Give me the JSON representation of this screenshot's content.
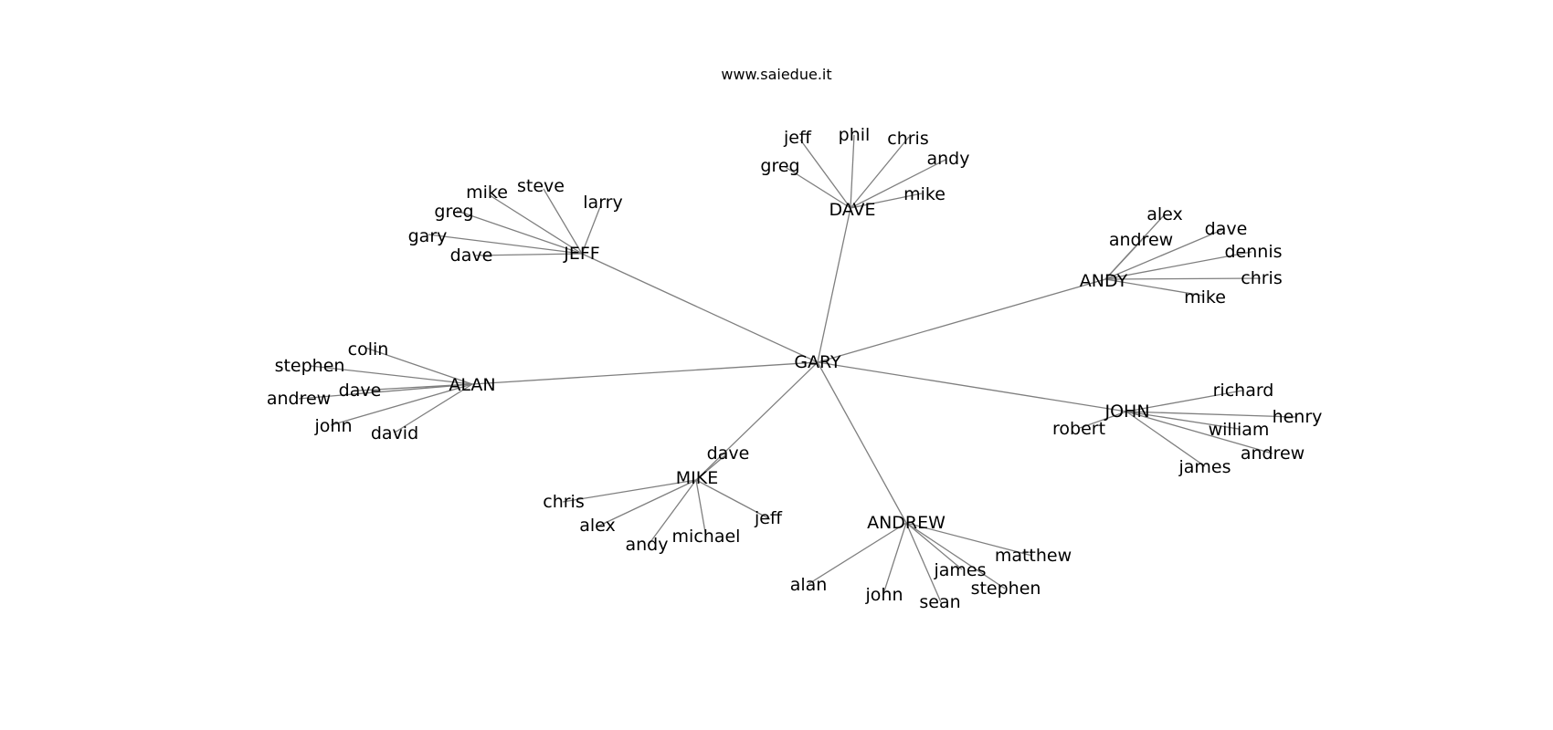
{
  "title": "www.saiedue.it",
  "colors": {
    "edge": "#7f7f7f",
    "text": "#000000",
    "background": "#ffffff"
  },
  "nodes": {
    "gary": "GARY",
    "jeff": "JEFF",
    "jeff_mike": "mike",
    "jeff_steve": "steve",
    "jeff_larry": "larry",
    "jeff_greg": "greg",
    "jeff_gary": "gary",
    "jeff_dave": "dave",
    "dave": "DAVE",
    "dave_jeff": "jeff",
    "dave_phil": "phil",
    "dave_chris": "chris",
    "dave_andy": "andy",
    "dave_greg": "greg",
    "dave_mike": "mike",
    "andy": "ANDY",
    "andy_alex": "alex",
    "andy_dave": "dave",
    "andy_andrew": "andrew",
    "andy_dennis": "dennis",
    "andy_chris": "chris",
    "andy_mike": "mike",
    "alan": "ALAN",
    "alan_colin": "colin",
    "alan_stephen": "stephen",
    "alan_dave": "dave",
    "alan_andrew": "andrew",
    "alan_john": "john",
    "alan_david": "david",
    "john": "JOHN",
    "john_richard": "richard",
    "john_henry": "henry",
    "john_robert": "robert",
    "john_william": "william",
    "john_andrew": "andrew",
    "john_james": "james",
    "mike": "MIKE",
    "mike_dave": "dave",
    "mike_chris": "chris",
    "mike_alex": "alex",
    "mike_andy": "andy",
    "mike_michael": "michael",
    "mike_jeff": "jeff",
    "andrew": "ANDREW",
    "andrew_matthew": "matthew",
    "andrew_james": "james",
    "andrew_stephen": "stephen",
    "andrew_alan": "alan",
    "andrew_john": "john",
    "andrew_sean": "sean"
  },
  "edges": [
    [
      "gary",
      "jeff"
    ],
    [
      "gary",
      "dave"
    ],
    [
      "gary",
      "andy"
    ],
    [
      "gary",
      "alan"
    ],
    [
      "gary",
      "john"
    ],
    [
      "gary",
      "mike"
    ],
    [
      "gary",
      "andrew"
    ],
    [
      "jeff",
      "jeff_mike"
    ],
    [
      "jeff",
      "jeff_steve"
    ],
    [
      "jeff",
      "jeff_larry"
    ],
    [
      "jeff",
      "jeff_greg"
    ],
    [
      "jeff",
      "jeff_gary"
    ],
    [
      "jeff",
      "jeff_dave"
    ],
    [
      "dave",
      "dave_jeff"
    ],
    [
      "dave",
      "dave_phil"
    ],
    [
      "dave",
      "dave_chris"
    ],
    [
      "dave",
      "dave_andy"
    ],
    [
      "dave",
      "dave_greg"
    ],
    [
      "dave",
      "dave_mike"
    ],
    [
      "andy",
      "andy_alex"
    ],
    [
      "andy",
      "andy_dave"
    ],
    [
      "andy",
      "andy_andrew"
    ],
    [
      "andy",
      "andy_dennis"
    ],
    [
      "andy",
      "andy_chris"
    ],
    [
      "andy",
      "andy_mike"
    ],
    [
      "alan",
      "alan_colin"
    ],
    [
      "alan",
      "alan_stephen"
    ],
    [
      "alan",
      "alan_dave"
    ],
    [
      "alan",
      "alan_andrew"
    ],
    [
      "alan",
      "alan_john"
    ],
    [
      "alan",
      "alan_david"
    ],
    [
      "john",
      "john_richard"
    ],
    [
      "john",
      "john_henry"
    ],
    [
      "john",
      "john_robert"
    ],
    [
      "john",
      "john_william"
    ],
    [
      "john",
      "john_andrew"
    ],
    [
      "john",
      "john_james"
    ],
    [
      "mike",
      "mike_dave"
    ],
    [
      "mike",
      "mike_chris"
    ],
    [
      "mike",
      "mike_alex"
    ],
    [
      "mike",
      "mike_andy"
    ],
    [
      "mike",
      "mike_michael"
    ],
    [
      "mike",
      "mike_jeff"
    ],
    [
      "andrew",
      "andrew_matthew"
    ],
    [
      "andrew",
      "andrew_james"
    ],
    [
      "andrew",
      "andrew_stephen"
    ],
    [
      "andrew",
      "andrew_alan"
    ],
    [
      "andrew",
      "andrew_john"
    ],
    [
      "andrew",
      "andrew_sean"
    ]
  ]
}
